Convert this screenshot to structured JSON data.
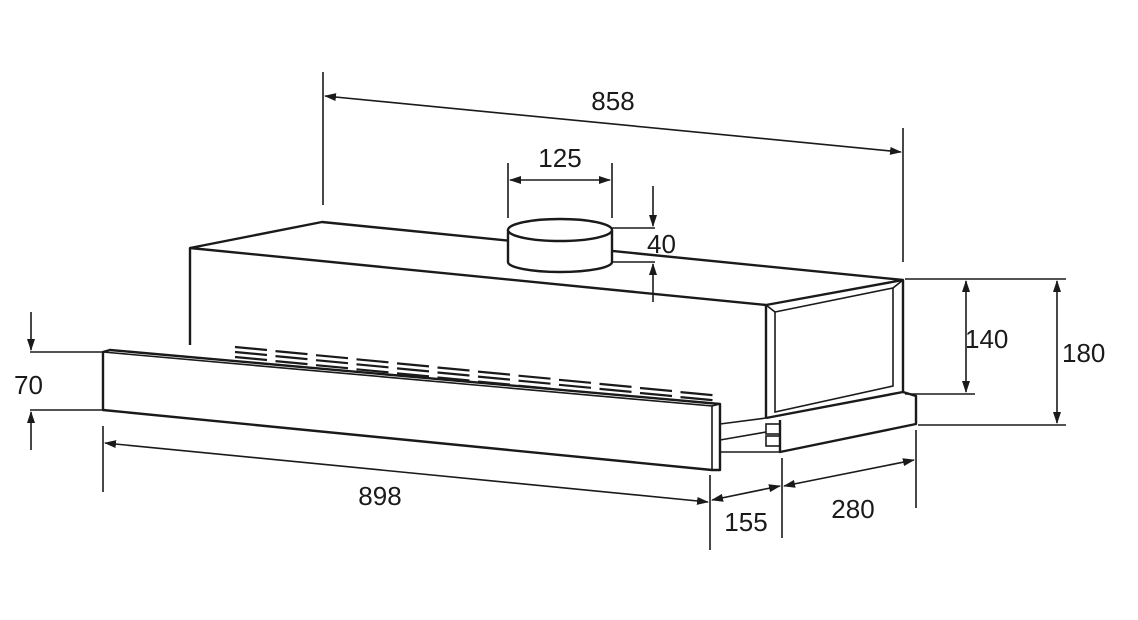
{
  "diagram": {
    "dimensions": {
      "width_top": "858",
      "duct_diameter": "125",
      "duct_height": "40",
      "body_height": "140",
      "total_height": "180",
      "panel_height": "70",
      "panel_width": "898",
      "slide_extension": "155",
      "depth": "280"
    }
  }
}
